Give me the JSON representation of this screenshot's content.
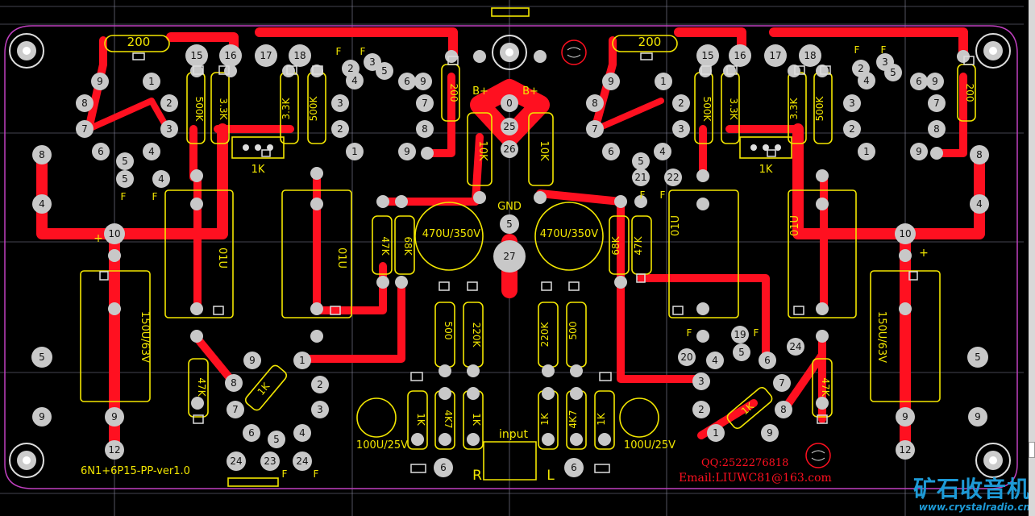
{
  "board": {
    "version_label": "6N1+6P15-PP-ver1.0",
    "qq_label": "QQ:2522276818",
    "email_label": "Email:LIUWC81@163.com",
    "input_label": "input",
    "gnd_label": "GND",
    "r_label": "R",
    "l_label": "L",
    "bplus_left": "B+",
    "bplus_right": "B+"
  },
  "components": {
    "r_200_left": "200",
    "r_200_right": "200",
    "r_500k_l": "500K",
    "r_33k_l": "3.3K",
    "r_33k_l2": "3.3K",
    "r_500k_l2": "500K",
    "r_500k_r": "500K",
    "r_33k_r": "3.3K",
    "r_33k_r2": "3.3K",
    "r_500k_r2": "500K",
    "r_200v_l": "200",
    "r_200v_r": "200",
    "pot_1k_l": "1K",
    "pot_1k_r": "1K",
    "r_10k_l": "10K",
    "r_10k_r": "10K",
    "cap_470u_l": "470U/350V",
    "cap_470u_r": "470U/350V",
    "r_47k_l": "47K",
    "r_68k_l": "68K",
    "r_68k_r": "68K",
    "r_47k_r": "47K",
    "cap_01u_l1": "01U",
    "cap_01u_l2": "01U",
    "cap_01u_r1": "01U",
    "cap_01u_r2": "01U",
    "cap_150u_l": "150U/63V",
    "cap_150u_r": "150U/63V",
    "r_500_l": "500",
    "r_220k_l": "220K",
    "r_220k_r": "220K",
    "r_500_r": "500",
    "r_47k_bl": "47K",
    "r_47k_br": "47K",
    "r_1k_l1": "1K",
    "r_4k7_l": "4K7",
    "r_1k_l2": "1K",
    "r_1k_r1": "1K",
    "r_4k7_r": "4K7",
    "r_1k_r2": "1K",
    "r_1k_diag_l": "1K",
    "r_1k_diag_r": "1K",
    "cap_100u_l": "100U/25V",
    "cap_100u_r": "100U/25V",
    "plus_sign": "+",
    "fuse_mark": "F"
  },
  "pads": [
    {
      "label": "15"
    },
    {
      "label": "16"
    },
    {
      "label": "17"
    },
    {
      "label": "18"
    },
    {
      "label": "9"
    },
    {
      "label": "1"
    },
    {
      "label": "8"
    },
    {
      "label": "2"
    },
    {
      "label": "7"
    },
    {
      "label": "3"
    },
    {
      "label": "6"
    },
    {
      "label": "5"
    },
    {
      "label": "4"
    },
    {
      "label": "10"
    },
    {
      "label": "12"
    },
    {
      "label": "0"
    },
    {
      "label": "25"
    },
    {
      "label": "26"
    },
    {
      "label": "27"
    },
    {
      "label": "21"
    },
    {
      "label": "22"
    },
    {
      "label": "19"
    },
    {
      "label": "20"
    },
    {
      "label": "23"
    },
    {
      "label": "24"
    }
  ],
  "watermark": {
    "brand": "矿石收音机",
    "url": "www.crystalradio.cn"
  },
  "colors": {
    "background": "#000000",
    "copper": "#ff1020",
    "silkscreen": "#f2e600",
    "pad": "#c8c8c8",
    "board_edge": "#c040c0",
    "watermark": "#1d9ad6"
  }
}
